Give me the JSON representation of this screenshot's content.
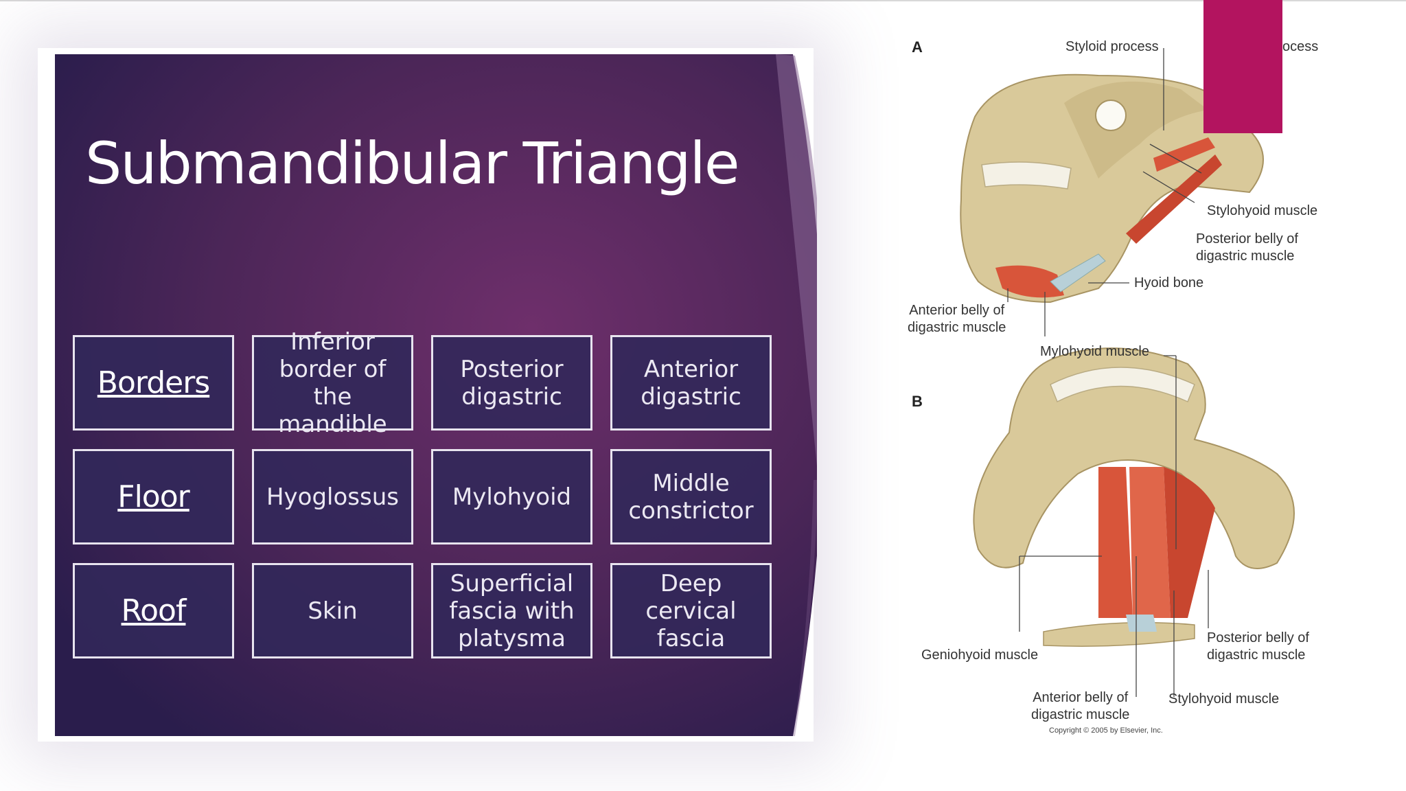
{
  "slide": {
    "title": "Submandibular Triangle",
    "rows": [
      {
        "header": "Borders",
        "cells": [
          "Inferior border of the mandible",
          "Posterior digastric",
          "Anterior digastric"
        ]
      },
      {
        "header": "Floor",
        "cells": [
          "Hyoglossus",
          "Mylohyoid",
          "Middle constrictor"
        ]
      },
      {
        "header": "Roof",
        "cells": [
          "Skin",
          "Superficial fascia with platysma",
          "Deep cervical fascia"
        ]
      }
    ]
  },
  "figure": {
    "panel_a": "A",
    "panel_b": "B",
    "labels": {
      "styloid_process": "Styloid process",
      "process_partial": "ocess",
      "stylohyoid_a": "Stylohyoid muscle",
      "posterior_belly_a": "Posterior belly of\ndigastric muscle",
      "hyoid_bone": "Hyoid bone",
      "anterior_belly_a": "Anterior belly of\ndigastric muscle",
      "mylohyoid": "Mylohyoid muscle",
      "geniohyoid": "Geniohyoid muscle",
      "posterior_belly_b": "Posterior belly of\ndigastric muscle",
      "anterior_belly_b": "Anterior belly of\ndigastric muscle",
      "stylohyoid_b": "Stylohyoid muscle",
      "copyright": "Copyright © 2005 by Elsevier, Inc."
    }
  },
  "colors": {
    "accent": "#b3145f",
    "slide_dark": "#2b1d4f",
    "slide_mid": "#6a2c6a",
    "cell_fill": "#322a5a",
    "bone": "#d9c99a",
    "muscle": "#d8553a"
  }
}
